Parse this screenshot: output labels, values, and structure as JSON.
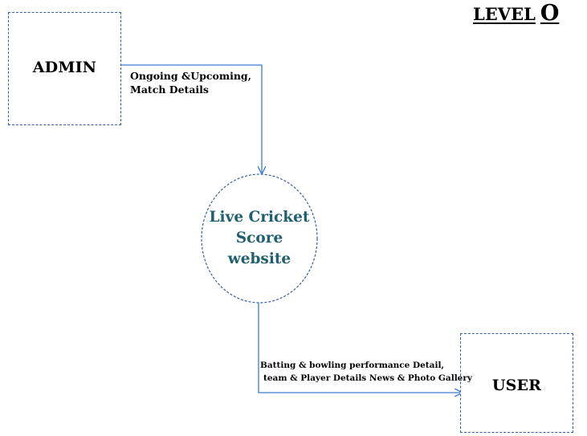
{
  "title": {
    "level_word": "LEVEL",
    "level_number": "O"
  },
  "entities": {
    "admin": {
      "label": "ADMIN"
    },
    "user": {
      "label": "USER"
    }
  },
  "process": {
    "label_lines": [
      "Live Cricket",
      "Score",
      "website"
    ]
  },
  "flows": {
    "admin_to_process": {
      "label_lines": [
        "Ongoing &Upcoming,",
        "Match Details"
      ]
    },
    "process_to_user": {
      "label_lines": [
        "Batting & bowling performance Detail,",
        "team & Player Details News & Photo Gallery"
      ]
    }
  },
  "colors": {
    "line": "#3a7bd5",
    "border": "#3a5f9e",
    "process_text": "#1f5f6e"
  }
}
